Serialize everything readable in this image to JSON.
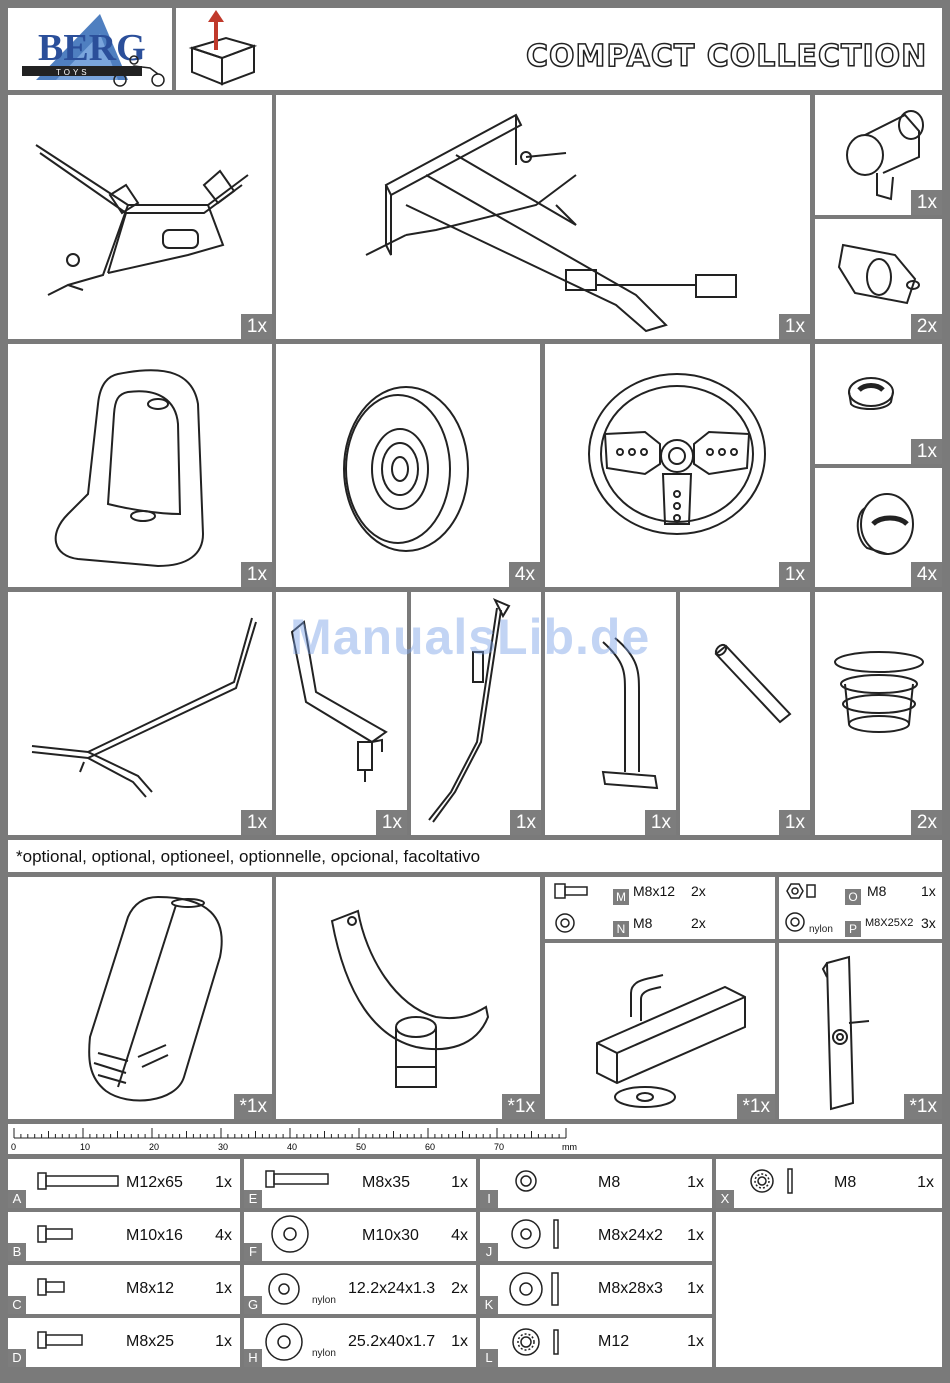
{
  "header": {
    "brand": "BERG",
    "brand_sub": "TOYS",
    "collection_title": "COMPACT COLLECTION"
  },
  "parts": [
    {
      "name": "frame-front",
      "qty": "1x"
    },
    {
      "name": "frame-main",
      "qty": "1x"
    },
    {
      "name": "clamp-tube",
      "qty": "1x"
    },
    {
      "name": "axle-cap",
      "qty": "2x"
    },
    {
      "name": "seat",
      "qty": "1x"
    },
    {
      "name": "wheel",
      "qty": "4x"
    },
    {
      "name": "steering-wheel",
      "qty": "1x"
    },
    {
      "name": "hub-cap-small",
      "qty": "1x"
    },
    {
      "name": "hub-cap",
      "qty": "4x"
    },
    {
      "name": "bent-rod",
      "qty": "1x"
    },
    {
      "name": "seat-bracket",
      "qty": "1x"
    },
    {
      "name": "steering-rod",
      "qty": "1x"
    },
    {
      "name": "steering-column",
      "qty": "1x"
    },
    {
      "name": "tube-pin",
      "qty": "1x"
    },
    {
      "name": "plug",
      "qty": "2x"
    }
  ],
  "optional_note": "*optional,  optional, optioneel, optionnelle, opcional, facoltativo",
  "optional_parts": [
    {
      "name": "front-fairing",
      "qty": "*1x"
    },
    {
      "name": "mudguard",
      "qty": "*1x"
    },
    {
      "name": "tow-hitch",
      "qty": "*1x"
    },
    {
      "name": "hitch-plate",
      "qty": "*1x"
    }
  ],
  "optional_hardware": [
    {
      "letter": "M",
      "size": "M8x12",
      "qty": "2x"
    },
    {
      "letter": "N",
      "size": "M8",
      "qty": "2x"
    },
    {
      "letter": "O",
      "size": "M8",
      "qty": "1x"
    },
    {
      "letter": "P",
      "size": "M8X25X2",
      "qty": "3x",
      "tag": "nylon"
    }
  ],
  "ruler": {
    "labels": [
      "0",
      "10",
      "20",
      "30",
      "40",
      "50",
      "60",
      "70"
    ],
    "unit": "mm"
  },
  "hardware": [
    {
      "letter": "A",
      "size": "M12x65",
      "qty": "1x"
    },
    {
      "letter": "B",
      "size": "M10x16",
      "qty": "4x"
    },
    {
      "letter": "C",
      "size": "M8x12",
      "qty": "1x"
    },
    {
      "letter": "D",
      "size": "M8x25",
      "qty": "1x"
    },
    {
      "letter": "E",
      "size": "M8x35",
      "qty": "1x"
    },
    {
      "letter": "F",
      "size": "M10x30",
      "qty": "4x"
    },
    {
      "letter": "G",
      "size": "12.2x24x1.3",
      "qty": "2x",
      "tag": "nylon"
    },
    {
      "letter": "H",
      "size": "25.2x40x1.7",
      "qty": "1x",
      "tag": "nylon"
    },
    {
      "letter": "I",
      "size": "M8",
      "qty": "1x"
    },
    {
      "letter": "J",
      "size": "M8x24x2",
      "qty": "1x"
    },
    {
      "letter": "K",
      "size": "M8x28x3",
      "qty": "1x"
    },
    {
      "letter": "L",
      "size": "M12",
      "qty": "1x"
    },
    {
      "letter": "X",
      "size": "M8",
      "qty": "1x"
    }
  ],
  "watermark": "ManualsLib.de"
}
